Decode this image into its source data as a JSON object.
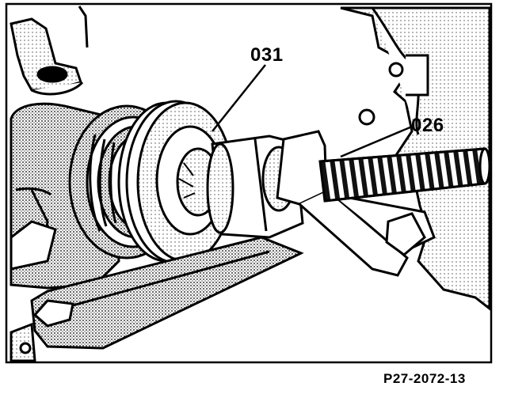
{
  "callouts": {
    "part_031": "031",
    "part_026": "026"
  },
  "figure_id": "P27-2072-13",
  "colors": {
    "ink": "#000000",
    "paper": "#ffffff",
    "shade": "#3a3a3a"
  }
}
